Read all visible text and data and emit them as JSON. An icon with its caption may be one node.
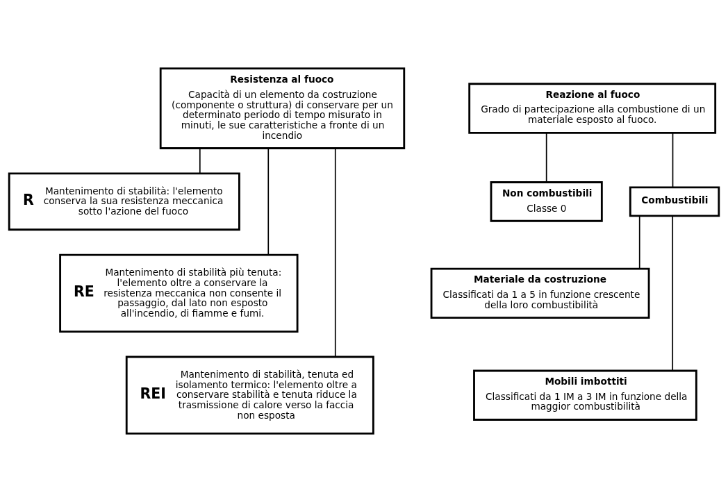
{
  "diagram": {
    "nodes": [
      {
        "text": [
          "Resistenza al fuoco",
          "Capacità di un elemento da costruzione (componente o struttura) di conservare per un determinato periodo di tempo misurato in minuti, le sue caratteristiche a fronte di un incendio"
        ]
      },
      {
        "text": [
          "R",
          "Mantenimento di stabilità: l'elemento conserva la sua resistenza meccanica sotto l'azione del fuoco"
        ]
      },
      {
        "text": [
          "RE",
          "Mantenimento di stabilità più tenuta: l'elemento oltre a conservare la resistenza meccanica non consente il passaggio, dal lato non esposto all'incendio, di fiamme e fumi."
        ]
      },
      {
        "text": [
          "REI",
          "Mantenimento di stabilità, tenuta ed isolamento termico: l'elemento oltre a conservare stabilità e tenuta riduce la trasmissione di calore verso la faccia non esposta"
        ]
      },
      {
        "text": [
          "Reazione al fuoco",
          "Grado di partecipazione alla combustione di un materiale esposto al fuoco."
        ]
      },
      {
        "text": [
          "Non combustibili",
          "Classe 0"
        ]
      },
      {
        "text": [
          "Combustibili"
        ]
      },
      {
        "text": [
          "Materiale da costruzione",
          "Classificati da 1 a 5 in funzione crescente della loro combustibilità"
        ]
      },
      {
        "text": [
          "Mobili imbottiti",
          "Classificati da 1 IM a 3 IM in funzione della maggior combustibilità"
        ]
      }
    ],
    "edges": [
      {
        "from": 0,
        "to": 1,
        "arrow": "none"
      },
      {
        "from": 0,
        "to": 2,
        "arrow": "none"
      },
      {
        "from": 0,
        "to": 3,
        "arrow": "none"
      },
      {
        "from": 4,
        "to": 5,
        "arrow": "none"
      },
      {
        "from": 4,
        "to": 6,
        "arrow": "none"
      },
      {
        "from": 6,
        "to": 7,
        "arrow": "none"
      },
      {
        "from": 6,
        "to": 8,
        "arrow": "none"
      }
    ]
  }
}
